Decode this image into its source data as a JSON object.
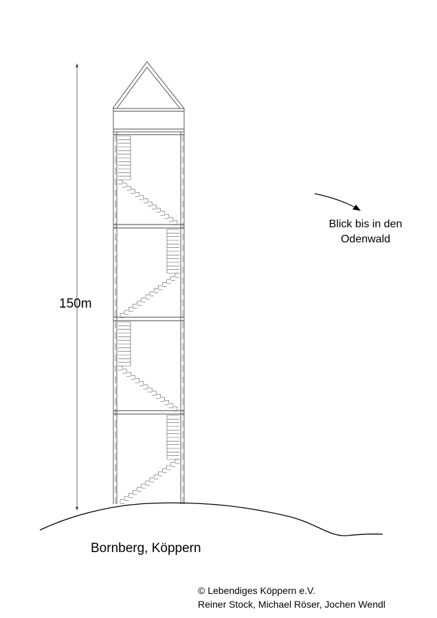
{
  "labels": {
    "height": "150m",
    "view_line1": "Blick bis in den",
    "view_line2": "Odenwald",
    "location": "Bornberg, Köppern"
  },
  "credits": {
    "line1": "© Lebendiges Köppern e.V.",
    "line2": "Reiner Stock, Michael Röser, Jochen Wendl"
  },
  "colors": {
    "line": "#444444",
    "ink": "#000000",
    "background": "#ffffff"
  }
}
